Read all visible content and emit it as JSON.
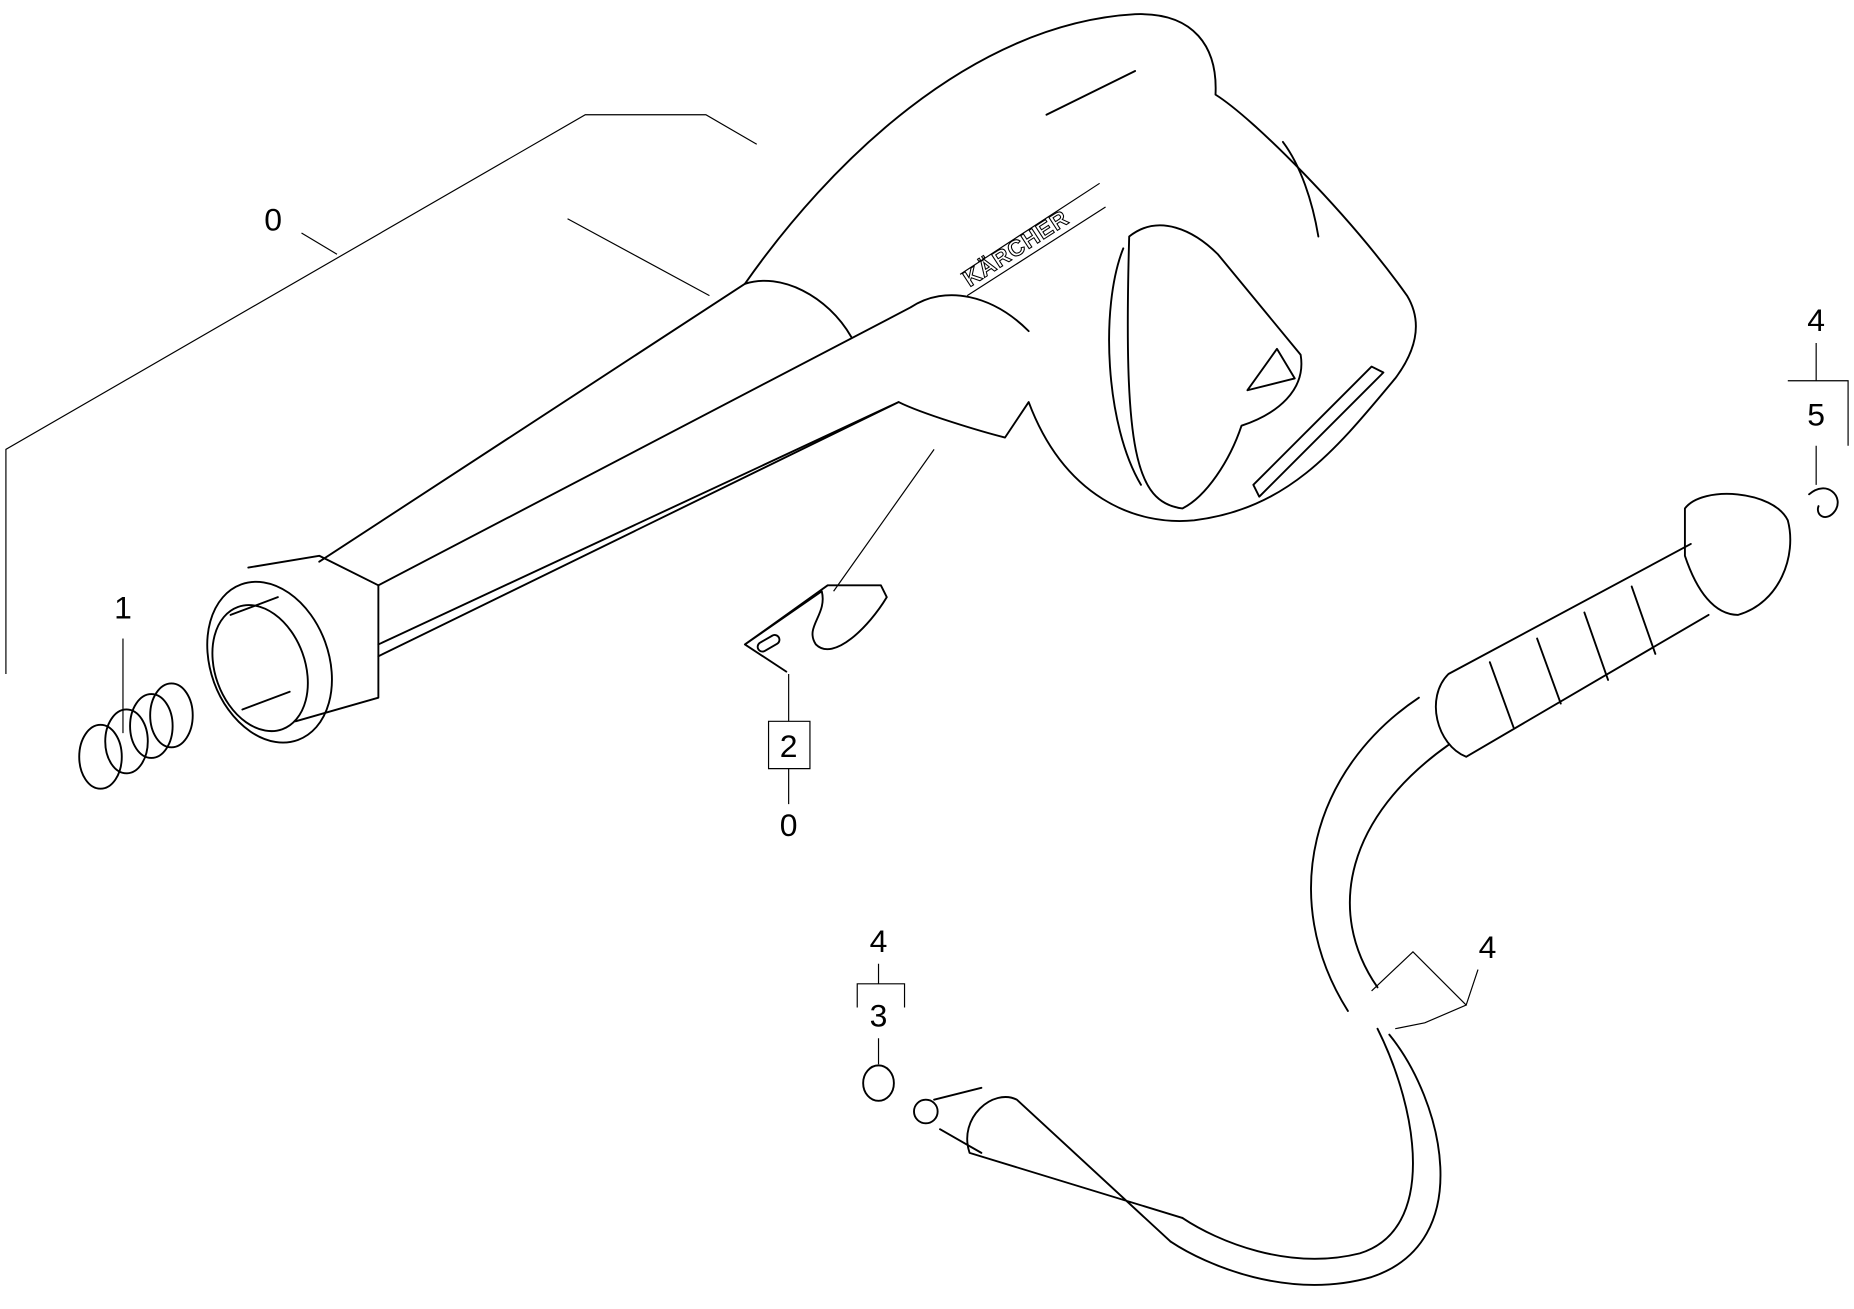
{
  "diagram": {
    "brand_logo": "KÄRCHER",
    "callouts": [
      {
        "id": "gun-assembly",
        "text": "0"
      },
      {
        "id": "spring",
        "text": "1"
      },
      {
        "id": "clip",
        "text": "2"
      },
      {
        "id": "clip-parent",
        "text": "0"
      },
      {
        "id": "oring-right-parent",
        "text": "4"
      },
      {
        "id": "oring-right",
        "text": "5"
      },
      {
        "id": "oring-left-parent",
        "text": "4"
      },
      {
        "id": "oring-left",
        "text": "3"
      },
      {
        "id": "hose",
        "text": "4"
      }
    ]
  }
}
